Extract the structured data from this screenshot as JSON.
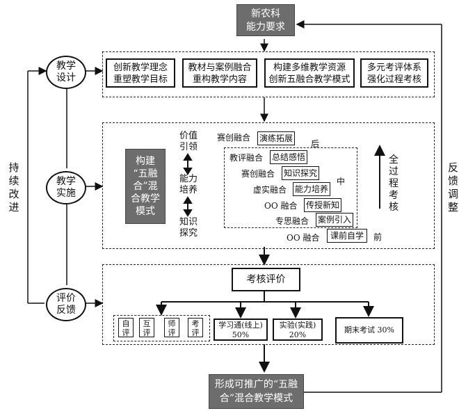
{
  "top_box": "新农科\n能力要求",
  "left_label": "持续改进",
  "right_label": "反馈调整",
  "stage_ovals": {
    "design": "教学\n设计",
    "implement": "教学\n实施",
    "evaluate": "评价\n反馈"
  },
  "design_boxes": [
    "创新教学理念\n重塑教学目标",
    "教材与案例融合\n重构教学内容",
    "构建多维教学资源\n创新五融合教学模式",
    "多元考评体系\n强化过程考核"
  ],
  "core_box": "构建\n“五融\n合”混\n合教学\n模式",
  "value_chain": {
    "top": "价值\n引领",
    "middle": "能力\n培养",
    "bottom": "知识\n探究"
  },
  "stairs": [
    {
      "label": "赛创融合",
      "box": "演练拓展"
    },
    {
      "label": "教评融合",
      "box": "总结感悟"
    },
    {
      "label": "赛创融合",
      "box": "知识探究"
    },
    {
      "label": "虚实融合",
      "box": "能力培养"
    },
    {
      "label": "OO 融合",
      "box": "传授新知"
    },
    {
      "label": "专思融合",
      "box": "案例引入"
    },
    {
      "label": "OO 融合",
      "box": "课前自学"
    }
  ],
  "phase_labels": {
    "after": "后",
    "middle": "中",
    "before": "前"
  },
  "whole_process": "全过程考核",
  "assessment_title": "考核评价",
  "eval_small": [
    "自\n评",
    "互\n评",
    "师\n评",
    "考\n评"
  ],
  "eval_boxes": [
    "学习通(线上)\n50%",
    "实验(实践)\n20%",
    "期末考试 30%"
  ],
  "bottom_box": "形成可推广的“五融\n合”混合教学模式",
  "colors": {
    "gray_box": "#6d6d6d",
    "line": "#111111"
  }
}
